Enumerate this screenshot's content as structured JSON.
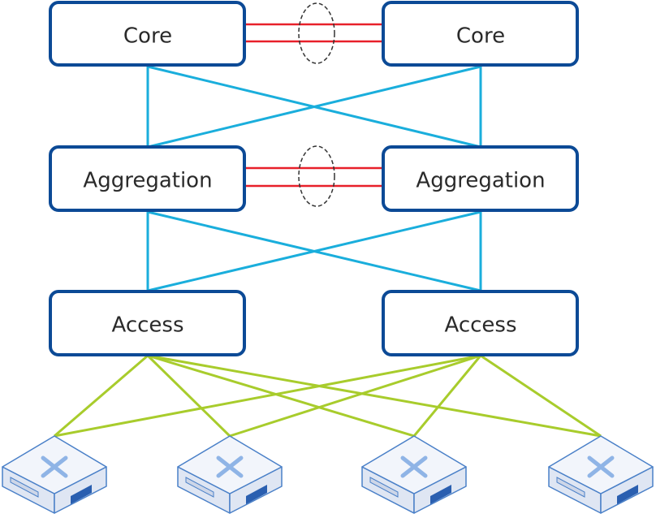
{
  "colors": {
    "node_border": "#0c4a96",
    "node_fill": "#ffffff",
    "trunk_link": "#1aaedc",
    "access_link": "#a8cc2c",
    "lag_link": "#e8202a",
    "lag_ellipse": "#333333",
    "device_top": "#f2f5fb",
    "device_side": "#dfe6f3",
    "device_outline": "#4a80c8",
    "device_accent": "#2a5fb0"
  },
  "core": {
    "left_label": "Core",
    "right_label": "Core"
  },
  "aggregation": {
    "left_label": "Aggregation",
    "right_label": "Aggregation"
  },
  "access": {
    "left_label": "Access",
    "right_label": "Access"
  },
  "devices": [
    {
      "icon": "network-switch-icon"
    },
    {
      "icon": "network-switch-icon"
    },
    {
      "icon": "network-switch-icon"
    },
    {
      "icon": "network-switch-icon"
    }
  ]
}
